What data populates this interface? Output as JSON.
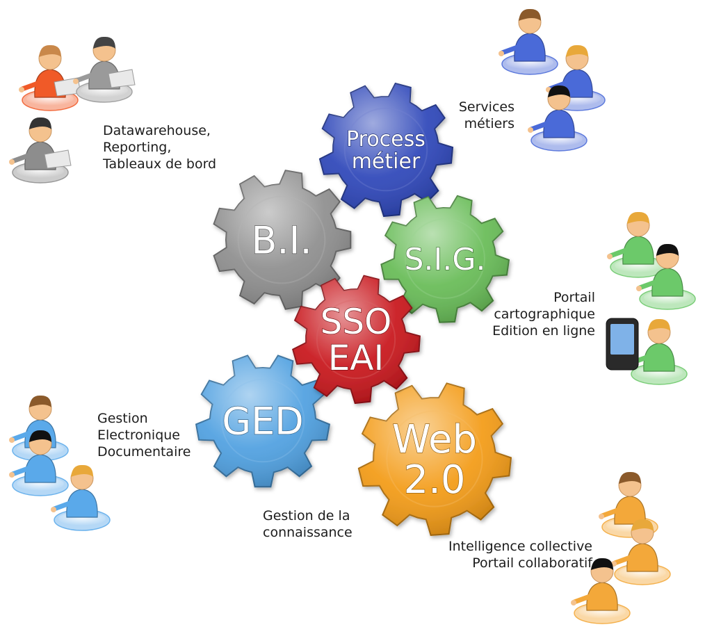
{
  "gears": [
    {
      "id": "process",
      "lines": [
        "Process",
        "métier"
      ],
      "color": "#2b44b8"
    },
    {
      "id": "bi",
      "lines": [
        "B.I."
      ],
      "color": "#8d8d8d"
    },
    {
      "id": "sig",
      "lines": [
        "S.I.G."
      ],
      "color": "#66bb55"
    },
    {
      "id": "sso",
      "lines": [
        "SSO",
        "EAI"
      ],
      "color": "#c8141a"
    },
    {
      "id": "ged",
      "lines": [
        "GED"
      ],
      "color": "#4d9fe0"
    },
    {
      "id": "web",
      "lines": [
        "Web",
        "2.0"
      ],
      "color": "#f39a14"
    }
  ],
  "captions": {
    "bi": [
      "Datawarehouse,",
      "Reporting,",
      "Tableaux de bord"
    ],
    "process": [
      "Services",
      "métiers"
    ],
    "sig": [
      "Portail",
      "cartographique",
      "Edition en ligne"
    ],
    "ged": [
      "Gestion",
      "Electronique",
      "Documentaire"
    ],
    "knowledge": [
      "Gestion de la",
      "connaissance"
    ],
    "web": [
      "Intelligence collective",
      "Portail collaboratif"
    ]
  },
  "colors": {
    "blue": "#2b44b8",
    "grey": "#8d8d8d",
    "green": "#66bb55",
    "red": "#c8141a",
    "light_blue": "#4d9fe0",
    "orange": "#f39a14"
  }
}
